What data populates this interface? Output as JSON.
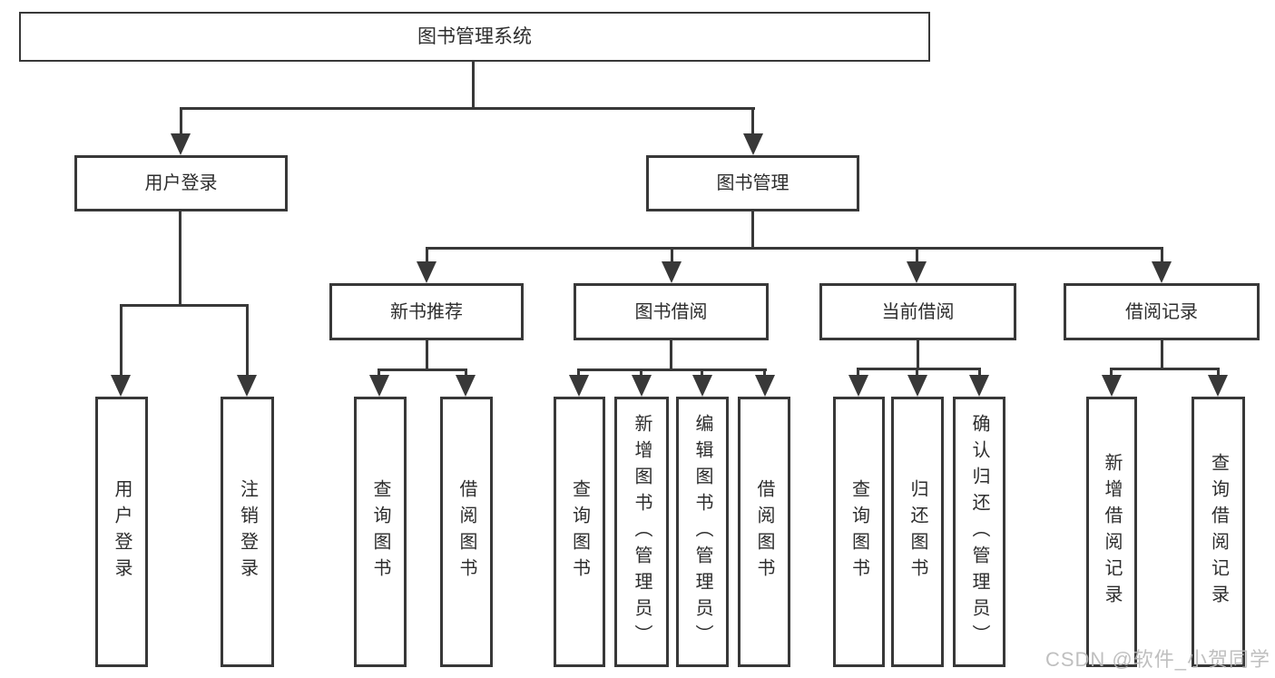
{
  "colors": {
    "background": "#ffffff",
    "box_fill": "#ffffff",
    "box_border": "#383838",
    "line": "#383838",
    "text": "#2d2d2d",
    "watermark": "#b9b9b9"
  },
  "root": {
    "label": "图书管理系统"
  },
  "level2": {
    "user_login": "用户登录",
    "book_management": "图书管理"
  },
  "user_login_children": {
    "login": "用户登录",
    "logout": "注销登录"
  },
  "level3": {
    "new_book_recommend": "新书推荐",
    "book_borrow": "图书借阅",
    "current_borrow": "当前借阅",
    "borrow_records": "借阅记录"
  },
  "new_book_recommend_children": {
    "query_books": "查询图书",
    "borrow_books": "借阅图书"
  },
  "book_borrow_children": {
    "query_books": "查询图书",
    "add_books_admin": "新增图书（管理员）",
    "edit_books_admin": "编辑图书（管理员）",
    "borrow_books": "借阅图书"
  },
  "current_borrow_children": {
    "query_books": "查询图书",
    "return_books": "归还图书",
    "confirm_return_admin": "确认归还（管理员）"
  },
  "borrow_records_children": {
    "add_borrow_record": "新增借阅记录",
    "query_borrow_record": "查询借阅记录"
  },
  "watermark": "CSDN @软件_小贺同学"
}
